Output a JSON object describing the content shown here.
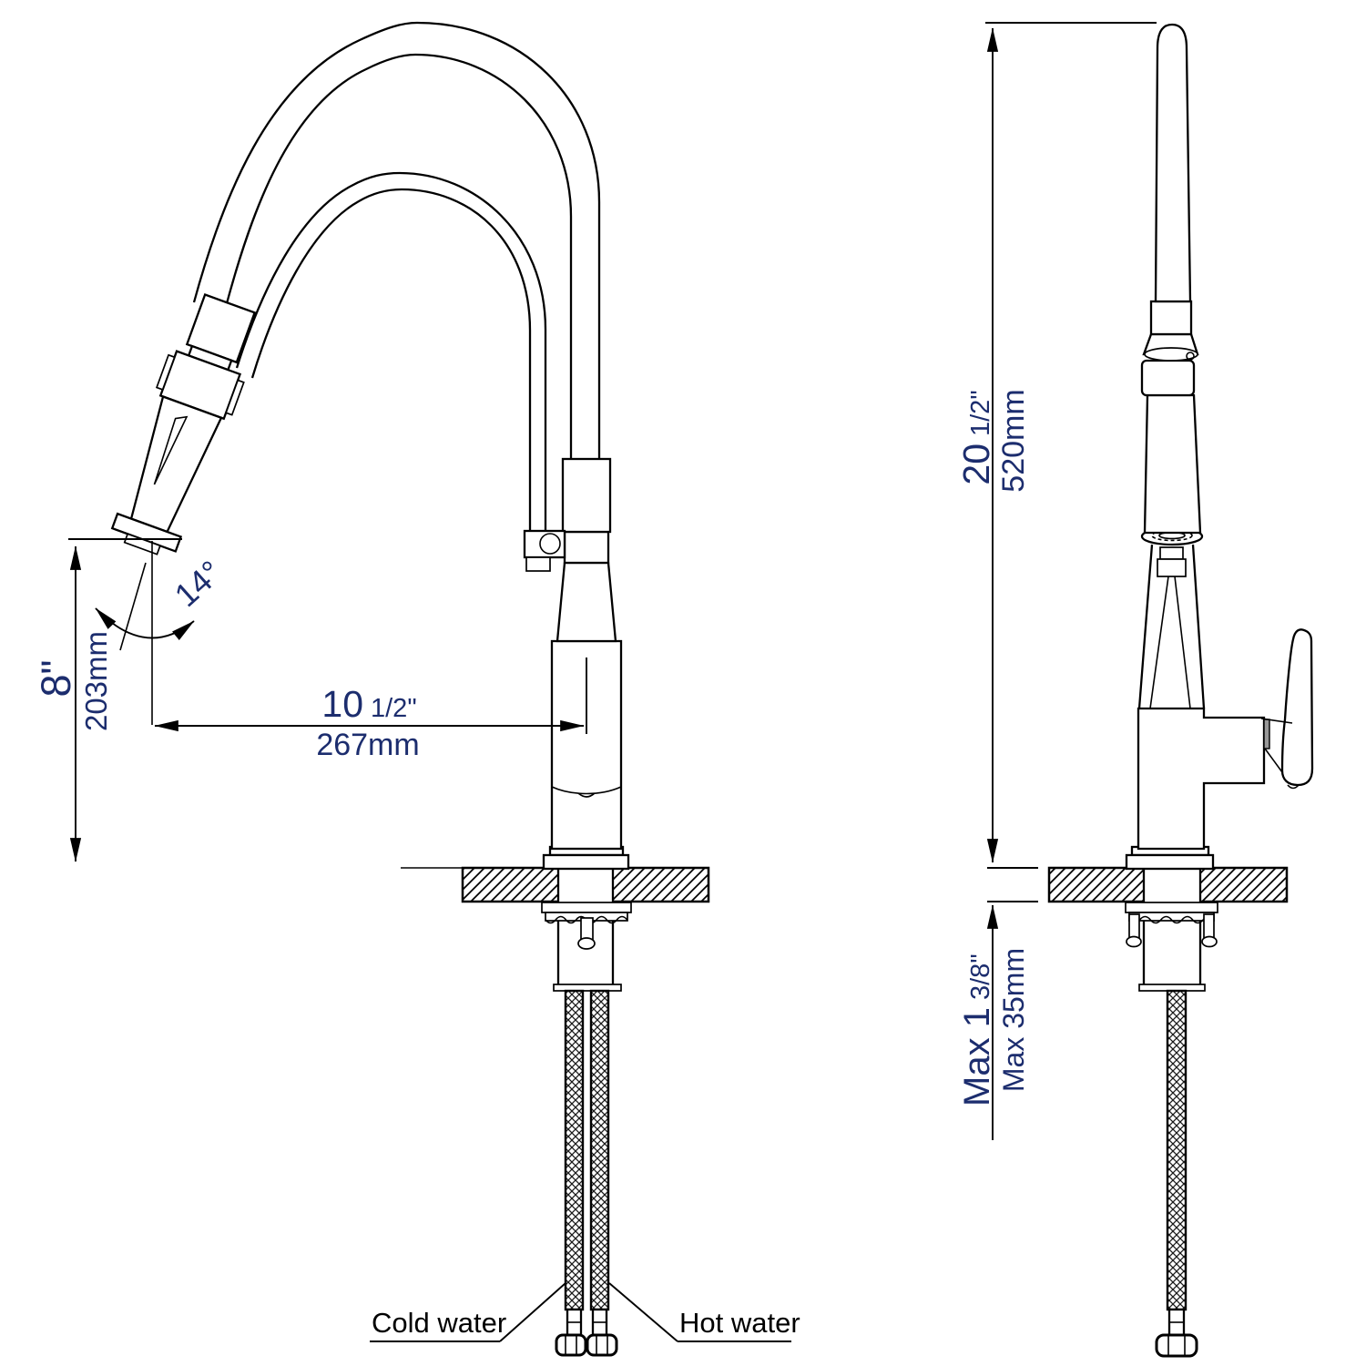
{
  "labels": {
    "cold": "Cold water",
    "hot": "Hot water"
  },
  "dims": {
    "spout_height_in": "8\"",
    "spout_height_mm": "203mm",
    "spray_angle": "14°",
    "reach_whole": "10",
    "reach_frac": "1/2\"",
    "reach_mm": "267mm",
    "height_whole": "20",
    "height_frac": "1/2\"",
    "height_mm": "520mm",
    "deck_max_whole": "Max 1",
    "deck_max_frac": "3/8\"",
    "deck_max_mm": "Max 35mm"
  },
  "colors": {
    "line": "#000000",
    "dim_text": "#1c2d6e",
    "bg": "#ffffff"
  }
}
